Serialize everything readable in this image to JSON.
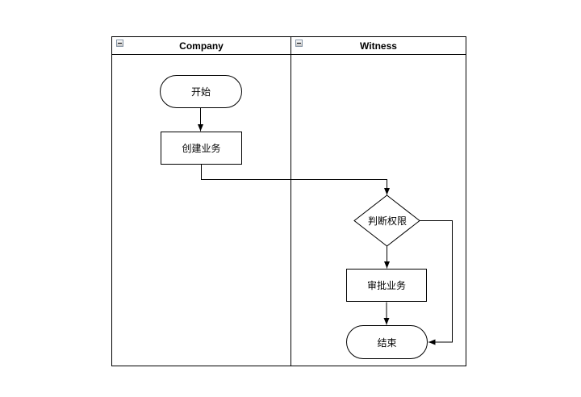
{
  "pool": {
    "lanes": [
      {
        "title": "Company",
        "collapse_icon": "minus-icon"
      },
      {
        "title": "Witness",
        "collapse_icon": "minus-icon"
      }
    ]
  },
  "nodes": {
    "start": {
      "label": "开始",
      "type": "terminator",
      "lane": "Company"
    },
    "create_business": {
      "label": "创建业务",
      "type": "process",
      "lane": "Company"
    },
    "check_permission": {
      "label": "判断权限",
      "type": "decision",
      "lane": "Witness"
    },
    "approve_business": {
      "label": "审批业务",
      "type": "process",
      "lane": "Witness"
    },
    "end": {
      "label": "结束",
      "type": "terminator",
      "lane": "Witness"
    }
  },
  "edges": [
    {
      "from": "start",
      "to": "create_business"
    },
    {
      "from": "create_business",
      "to": "check_permission"
    },
    {
      "from": "check_permission",
      "to": "approve_business"
    },
    {
      "from": "approve_business",
      "to": "end"
    },
    {
      "from": "check_permission",
      "to": "end"
    }
  ],
  "colors": {
    "stroke": "#000000",
    "shape_fill": "#ffffff",
    "text": "#000000",
    "background": "#ffffff"
  }
}
